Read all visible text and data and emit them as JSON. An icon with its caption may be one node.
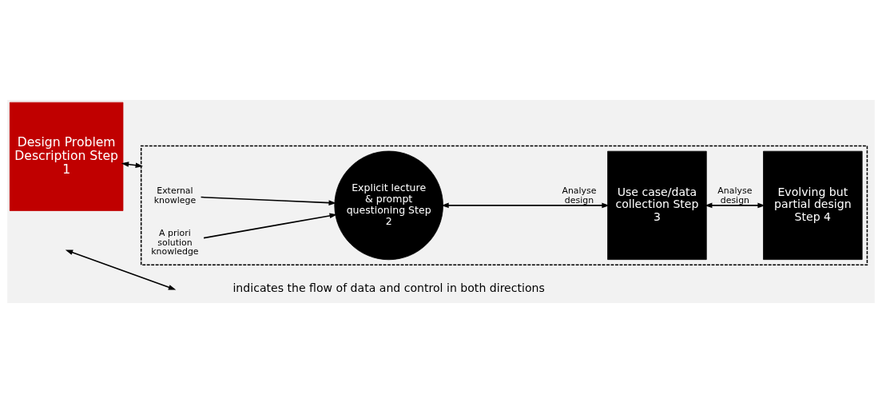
{
  "diagram": {
    "nodes": [
      {
        "text": [
          "Design Problem Description Step 1"
        ]
      },
      {
        "text": [],
        "shape": "box"
      },
      {
        "text": [
          "External knowlege"
        ],
        "in": 1
      },
      {
        "text": [
          "A priori solution knowledge"
        ],
        "in": 1
      },
      {
        "text": [
          "Explicit lecture & prompt questioning Step 2"
        ],
        "in": 1
      },
      {
        "text": [
          "Use case/data collection Step 3"
        ],
        "in": 1
      },
      {
        "text": [
          "Evolving but partial design Step 4"
        ],
        "in": 1
      }
    ],
    "edges": [
      {
        "from": 0,
        "to": 1,
        "arrow": "both"
      },
      {
        "from": 2,
        "to": 4,
        "arrow": "to"
      },
      {
        "from": 3,
        "to": 4,
        "arrow": "to"
      },
      {
        "from": 4,
        "to": 5,
        "arrow": "both",
        "label": "Analyse design"
      },
      {
        "from": 5,
        "to": 6,
        "arrow": "both",
        "label": "Analyse design"
      }
    ],
    "legend": [
      {
        "text": "indicates the flow of data and control in both directions"
      }
    ]
  }
}
